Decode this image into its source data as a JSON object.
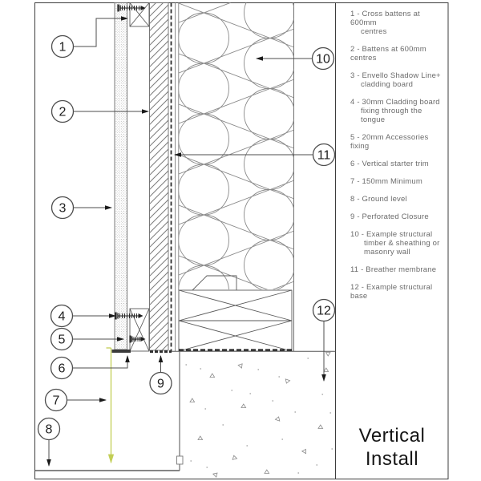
{
  "drawing": {
    "callouts": [
      "1",
      "2",
      "3",
      "4",
      "5",
      "6",
      "7",
      "8",
      "9",
      "10",
      "11",
      "12"
    ]
  },
  "legend": {
    "items": [
      [
        "1 - Cross battens at 600mm",
        "centres"
      ],
      [
        "2 - Battens at 600mm centres"
      ],
      [
        "3 - Envello Shadow Line+",
        "cladding board"
      ],
      [
        "4 - 30mm Cladding board",
        "fixing through the tongue"
      ],
      [
        "5 - 20mm Accessories fixing"
      ],
      [
        "6 - Vertical starter trim"
      ],
      [
        "7 - 150mm Minimum"
      ],
      [
        "8 - Ground level"
      ],
      [
        "9 - Perforated Closure"
      ],
      [
        "10 - Example structural",
        "timber & sheathing or",
        "masonry wall"
      ],
      [
        "11 - Breather membrane"
      ],
      [
        "12 - Example structural base"
      ]
    ]
  },
  "title": {
    "line1": "Vertical",
    "line2": "Install"
  },
  "colors": {
    "dimension_line_yellow": "#c2ce55",
    "line_grey": "#4d4d4d"
  }
}
